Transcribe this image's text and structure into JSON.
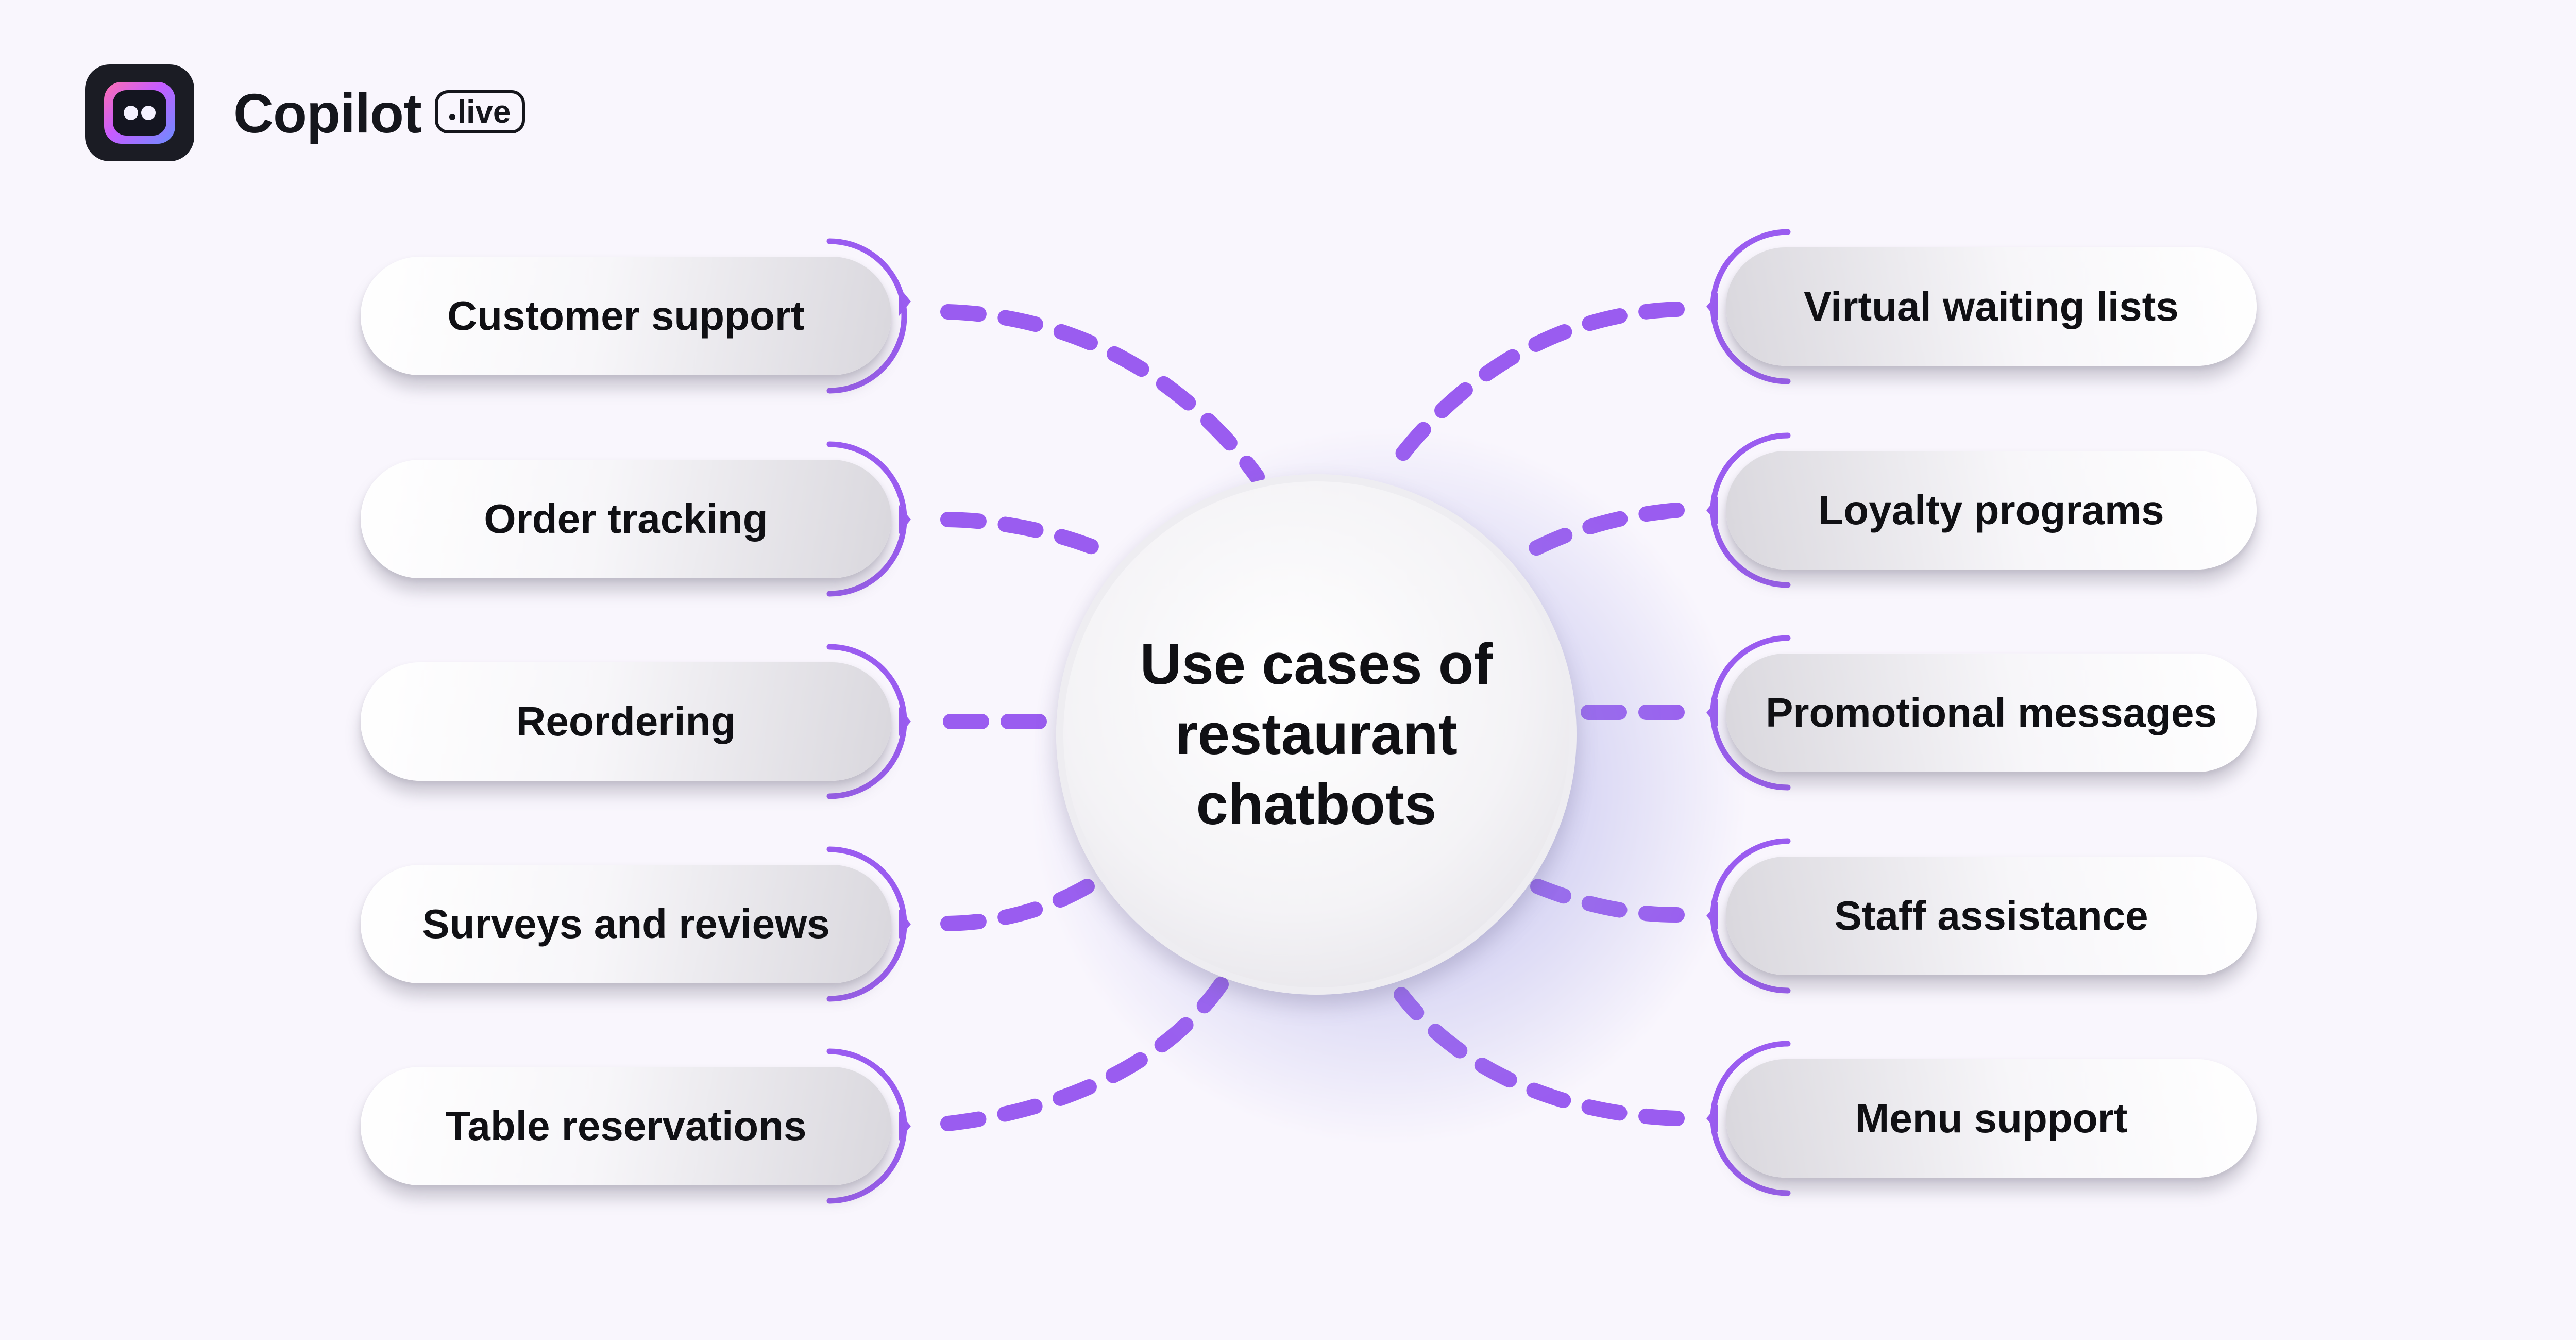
{
  "brand": {
    "name": "Copilot",
    "badge": "live"
  },
  "center": {
    "title": "Use cases of restaurant chatbots"
  },
  "left_items": [
    "Customer support",
    "Order tracking",
    "Reordering",
    "Surveys and reviews",
    "Table reservations"
  ],
  "right_items": [
    "Virtual waiting lists",
    "Loyalty programs",
    "Promotional messages",
    "Staff assistance",
    "Menu support"
  ],
  "colors": {
    "accent": "#9a5cf0",
    "background": "#f9f6fd",
    "text": "#101014"
  }
}
